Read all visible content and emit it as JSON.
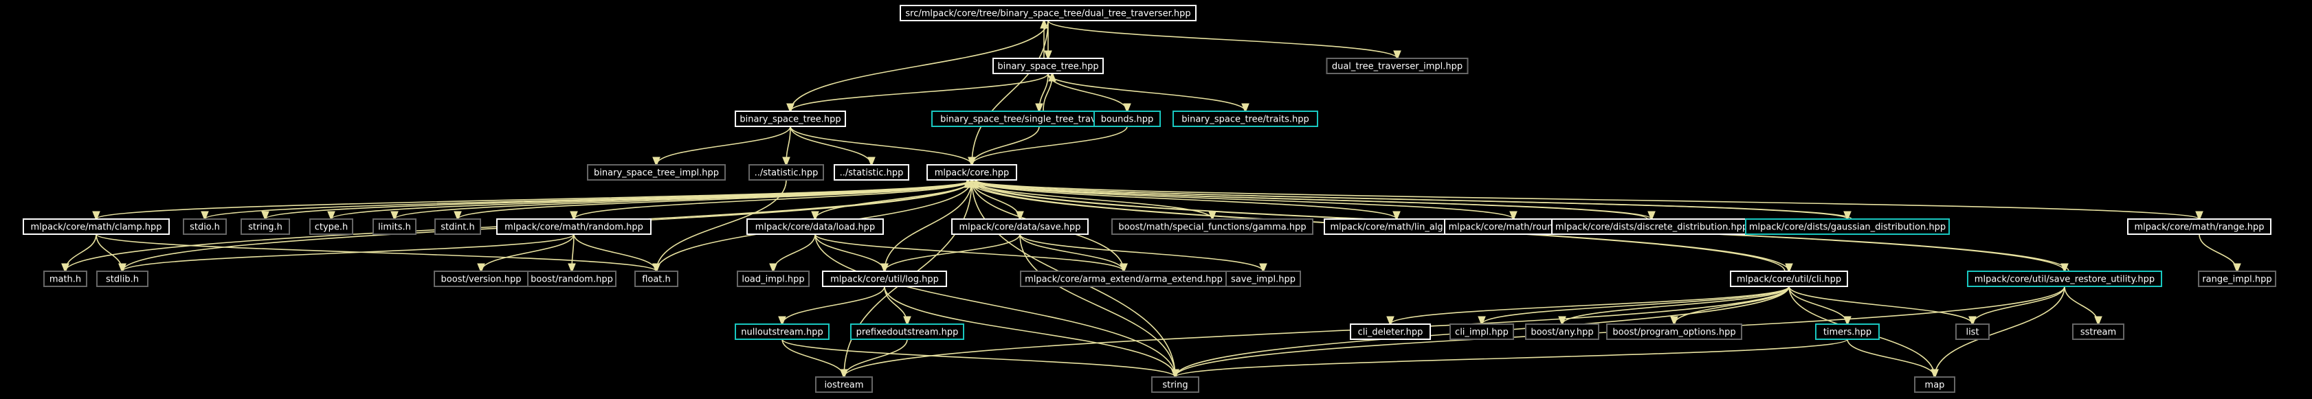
{
  "colors": {
    "background": "#000000",
    "edge": "#e8e2a0",
    "border_white": "#ffffff",
    "border_cyan": "#19c7c0",
    "border_gray": "#666666",
    "root_fill": "#bfbfbf",
    "label": "#ffffff",
    "root_label": "#000000"
  },
  "nodes": [
    {
      "id": "root",
      "label": "src/mlpack/core/tree/binary_space_tree/dual_tree_traverser.hpp",
      "style": "root"
    },
    {
      "id": "bst_hpp",
      "label": "binary_space_tree.hpp",
      "style": "white"
    },
    {
      "id": "dtt_impl",
      "label": "dual_tree_traverser_impl.hpp",
      "style": "gray"
    },
    {
      "id": "bst_hpp2",
      "label": "binary_space_tree.hpp",
      "style": "white"
    },
    {
      "id": "stt",
      "label": "binary_space_tree/single_tree_traverser.hpp",
      "style": "cyan"
    },
    {
      "id": "bounds",
      "label": "bounds.hpp",
      "style": "cyan"
    },
    {
      "id": "traits",
      "label": "binary_space_tree/traits.hpp",
      "style": "cyan"
    },
    {
      "id": "bst_impl",
      "label": "binary_space_tree_impl.hpp",
      "style": "gray"
    },
    {
      "id": "statistic1",
      "label": "../statistic.hpp",
      "style": "gray"
    },
    {
      "id": "statistic2",
      "label": "../statistic.hpp",
      "style": "white"
    },
    {
      "id": "core",
      "label": "mlpack/core.hpp",
      "style": "white"
    },
    {
      "id": "clamp",
      "label": "mlpack/core/math/clamp.hpp",
      "style": "white"
    },
    {
      "id": "stdio",
      "label": "stdio.h",
      "style": "gray"
    },
    {
      "id": "string_h",
      "label": "string.h",
      "style": "gray"
    },
    {
      "id": "ctype",
      "label": "ctype.h",
      "style": "gray"
    },
    {
      "id": "limits",
      "label": "limits.h",
      "style": "gray"
    },
    {
      "id": "stdint",
      "label": "stdint.h",
      "style": "gray"
    },
    {
      "id": "random",
      "label": "mlpack/core/math/random.hpp",
      "style": "white"
    },
    {
      "id": "load",
      "label": "mlpack/core/data/load.hpp",
      "style": "white"
    },
    {
      "id": "save",
      "label": "mlpack/core/data/save.hpp",
      "style": "white"
    },
    {
      "id": "gamma",
      "label": "boost/math/special_functions/gamma.hpp",
      "style": "gray"
    },
    {
      "id": "lin_alg",
      "label": "mlpack/core/math/lin_alg.hpp",
      "style": "white"
    },
    {
      "id": "round",
      "label": "mlpack/core/math/round.hpp",
      "style": "white"
    },
    {
      "id": "discrete",
      "label": "mlpack/core/dists/discrete_distribution.hpp",
      "style": "white"
    },
    {
      "id": "gaussian",
      "label": "mlpack/core/dists/gaussian_distribution.hpp",
      "style": "cyan"
    },
    {
      "id": "range",
      "label": "mlpack/core/math/range.hpp",
      "style": "white"
    },
    {
      "id": "math_h",
      "label": "math.h",
      "style": "gray"
    },
    {
      "id": "stdlib",
      "label": "stdlib.h",
      "style": "gray"
    },
    {
      "id": "boost_version",
      "label": "boost/version.hpp",
      "style": "gray"
    },
    {
      "id": "boost_random",
      "label": "boost/random.hpp",
      "style": "gray"
    },
    {
      "id": "float_h",
      "label": "float.h",
      "style": "gray"
    },
    {
      "id": "load_impl",
      "label": "load_impl.hpp",
      "style": "gray"
    },
    {
      "id": "log",
      "label": "mlpack/core/util/log.hpp",
      "style": "white"
    },
    {
      "id": "arma_extend",
      "label": "mlpack/core/arma_extend/arma_extend.hpp",
      "style": "gray"
    },
    {
      "id": "save_impl",
      "label": "save_impl.hpp",
      "style": "gray"
    },
    {
      "id": "cli",
      "label": "mlpack/core/util/cli.hpp",
      "style": "white"
    },
    {
      "id": "sru",
      "label": "mlpack/core/util/save_restore_utility.hpp",
      "style": "cyan"
    },
    {
      "id": "range_impl",
      "label": "range_impl.hpp",
      "style": "gray"
    },
    {
      "id": "nullout",
      "label": "nulloutstream.hpp",
      "style": "cyan"
    },
    {
      "id": "prefixed",
      "label": "prefixedoutstream.hpp",
      "style": "cyan"
    },
    {
      "id": "cli_deleter",
      "label": "cli_deleter.hpp",
      "style": "white"
    },
    {
      "id": "cli_impl",
      "label": "cli_impl.hpp",
      "style": "gray"
    },
    {
      "id": "boost_any",
      "label": "boost/any.hpp",
      "style": "gray"
    },
    {
      "id": "boost_po",
      "label": "boost/program_options.hpp",
      "style": "gray"
    },
    {
      "id": "timers",
      "label": "timers.hpp",
      "style": "cyan"
    },
    {
      "id": "list",
      "label": "list",
      "style": "gray"
    },
    {
      "id": "sstream",
      "label": "sstream",
      "style": "gray"
    },
    {
      "id": "iostream",
      "label": "iostream",
      "style": "gray"
    },
    {
      "id": "string",
      "label": "string",
      "style": "gray"
    },
    {
      "id": "map",
      "label": "map",
      "style": "gray"
    }
  ],
  "edges": [
    [
      "root",
      "bst_hpp"
    ],
    [
      "root",
      "dtt_impl"
    ],
    [
      "root",
      "bst_hpp2"
    ],
    [
      "root",
      "core"
    ],
    [
      "bst_hpp",
      "root"
    ],
    [
      "bst_hpp",
      "bst_hpp2"
    ],
    [
      "bst_hpp",
      "stt"
    ],
    [
      "bst_hpp",
      "bounds"
    ],
    [
      "bst_hpp",
      "traits"
    ],
    [
      "stt",
      "bst_hpp"
    ],
    [
      "stt",
      "core"
    ],
    [
      "bounds",
      "core"
    ],
    [
      "bst_hpp2",
      "bst_impl"
    ],
    [
      "bst_hpp2",
      "statistic1"
    ],
    [
      "bst_hpp2",
      "statistic2"
    ],
    [
      "bst_hpp2",
      "core"
    ],
    [
      "statistic1",
      "float_h"
    ],
    [
      "core",
      "clamp"
    ],
    [
      "core",
      "stdio"
    ],
    [
      "core",
      "string_h"
    ],
    [
      "core",
      "ctype"
    ],
    [
      "core",
      "limits"
    ],
    [
      "core",
      "stdint"
    ],
    [
      "core",
      "random"
    ],
    [
      "core",
      "load"
    ],
    [
      "core",
      "save"
    ],
    [
      "core",
      "gamma"
    ],
    [
      "core",
      "lin_alg"
    ],
    [
      "core",
      "round"
    ],
    [
      "core",
      "discrete"
    ],
    [
      "core",
      "gaussian"
    ],
    [
      "core",
      "range"
    ],
    [
      "core",
      "math_h"
    ],
    [
      "core",
      "stdlib"
    ],
    [
      "core",
      "float_h"
    ],
    [
      "core",
      "cli"
    ],
    [
      "core",
      "sru"
    ],
    [
      "core",
      "log"
    ],
    [
      "core",
      "arma_extend"
    ],
    [
      "core",
      "iostream"
    ],
    [
      "core",
      "string"
    ],
    [
      "clamp",
      "math_h"
    ],
    [
      "clamp",
      "stdlib"
    ],
    [
      "clamp",
      "float_h"
    ],
    [
      "random",
      "boost_version"
    ],
    [
      "random",
      "boost_random"
    ],
    [
      "random",
      "float_h"
    ],
    [
      "random",
      "stdlib"
    ],
    [
      "load",
      "load_impl"
    ],
    [
      "load",
      "log"
    ],
    [
      "load",
      "arma_extend"
    ],
    [
      "load",
      "string"
    ],
    [
      "save",
      "log"
    ],
    [
      "save",
      "arma_extend"
    ],
    [
      "save",
      "save_impl"
    ],
    [
      "save",
      "string"
    ],
    [
      "discrete",
      "core"
    ],
    [
      "gaussian",
      "core"
    ],
    [
      "range",
      "range_impl"
    ],
    [
      "log",
      "nullout"
    ],
    [
      "log",
      "prefixed"
    ],
    [
      "log",
      "string"
    ],
    [
      "nullout",
      "iostream"
    ],
    [
      "nullout",
      "string"
    ],
    [
      "prefixed",
      "iostream"
    ],
    [
      "cli",
      "cli_deleter"
    ],
    [
      "cli",
      "cli_impl"
    ],
    [
      "cli",
      "boost_any"
    ],
    [
      "cli",
      "boost_po"
    ],
    [
      "cli",
      "timers"
    ],
    [
      "cli",
      "list"
    ],
    [
      "cli",
      "map"
    ],
    [
      "cli",
      "string"
    ],
    [
      "cli",
      "iostream"
    ],
    [
      "cli",
      "core"
    ],
    [
      "timers",
      "map"
    ],
    [
      "timers",
      "string"
    ],
    [
      "sru",
      "list"
    ],
    [
      "sru",
      "sstream"
    ],
    [
      "sru",
      "map"
    ],
    [
      "sru",
      "string"
    ],
    [
      "sru",
      "core"
    ]
  ]
}
